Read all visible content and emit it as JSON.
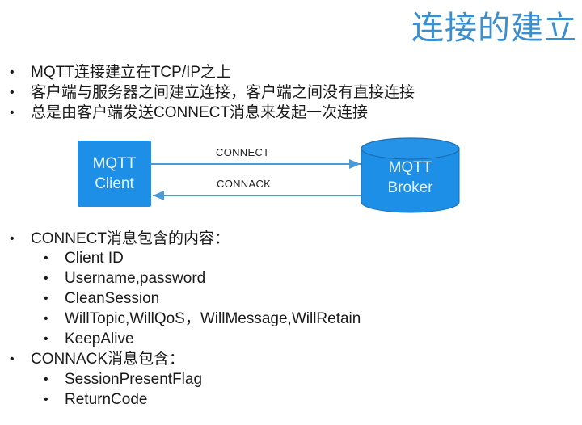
{
  "slide": {
    "title": "连接的建立",
    "title_color": "#3a8fd0"
  },
  "top_bullets": [
    "MQTT连接建立在TCP/IP之上",
    "客户端与服务器之间建立连接，客户端之间没有直接连接",
    "总是由客户端发送CONNECT消息来发起一次连接"
  ],
  "diagram": {
    "client": {
      "line1": "MQTT",
      "line2": "Client",
      "color": "#1e8fe6"
    },
    "broker": {
      "line1": "MQTT",
      "line2": "Broker",
      "shape": "cylinder",
      "color": "#1e8fe6"
    },
    "arrows": [
      {
        "label": "CONNECT",
        "direction": "client-to-broker"
      },
      {
        "label": "CONNACK",
        "direction": "broker-to-client"
      }
    ],
    "arrow_color": "#4a9ad8"
  },
  "connect_section": {
    "heading": "CONNECT消息包含的内容：",
    "items": [
      "Client ID",
      "Username,password",
      "CleanSession",
      "WillTopic,WillQoS，WillMessage,WillRetain",
      "KeepAlive"
    ]
  },
  "connack_section": {
    "heading": "CONNACK消息包含：",
    "items": [
      "SessionPresentFlag",
      "ReturnCode"
    ]
  },
  "bullet_glyph": "•"
}
